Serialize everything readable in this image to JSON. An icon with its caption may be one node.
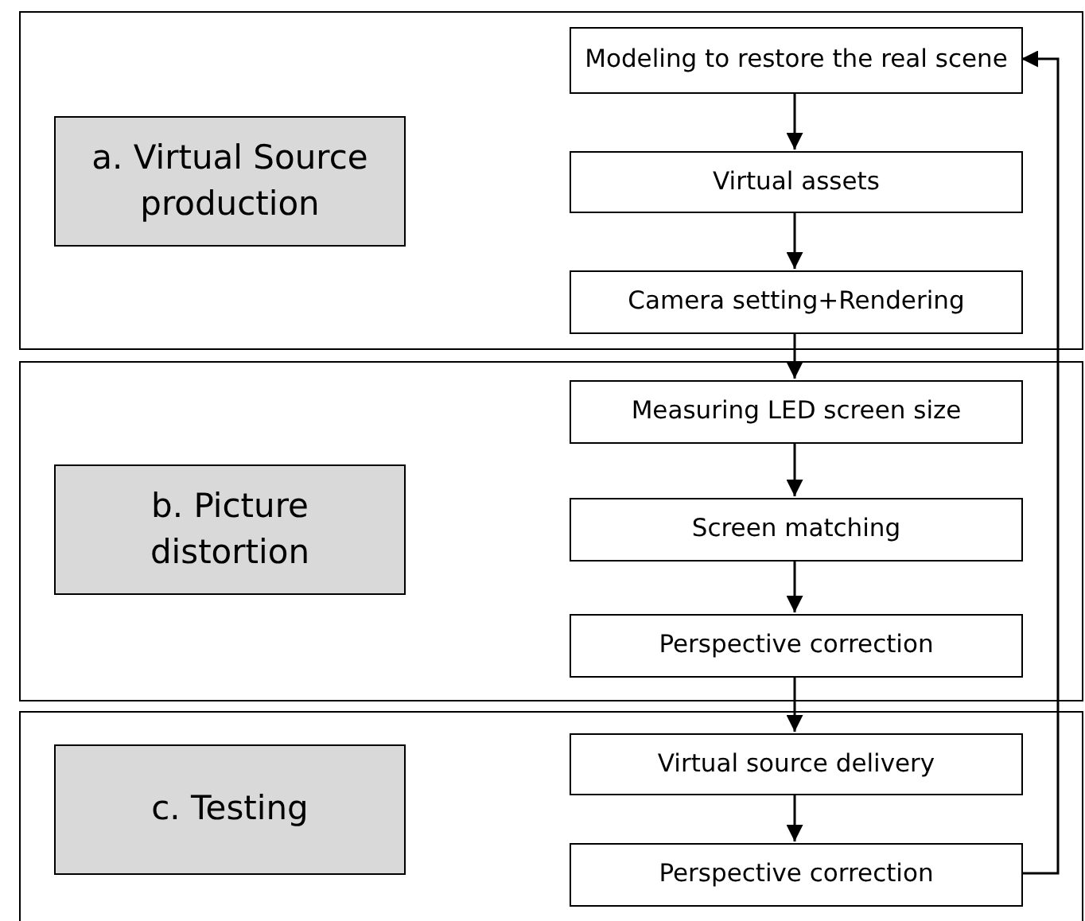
{
  "diagram": {
    "nodes": [
      {
        "text": [],
        "shape": "box"
      },
      {
        "text": [
          "a. Virtual Source production"
        ],
        "in": 0
      },
      {
        "text": [
          "Modeling to restore the real scene"
        ],
        "in": 0
      },
      {
        "text": [
          "Virtual assets"
        ],
        "in": 0
      },
      {
        "text": [
          "Camera setting+Rendering"
        ],
        "in": 0
      },
      {
        "text": [],
        "shape": "box"
      },
      {
        "text": [
          "b. Picture distortion"
        ],
        "in": 5
      },
      {
        "text": [
          "Measuring LED screen size"
        ],
        "in": 5
      },
      {
        "text": [
          "Screen matching"
        ],
        "in": 5
      },
      {
        "text": [
          "Perspective correction"
        ],
        "in": 5
      },
      {
        "text": [],
        "shape": "box"
      },
      {
        "text": [
          "c. Testing"
        ],
        "in": 10
      },
      {
        "text": [
          "Virtual source delivery"
        ],
        "in": 10
      },
      {
        "text": [
          "Perspective correction"
        ],
        "in": 10
      }
    ],
    "edges": [
      {
        "from": 2,
        "to": 3,
        "arrow": "to"
      },
      {
        "from": 3,
        "to": 4,
        "arrow": "to"
      },
      {
        "from": 4,
        "to": 7,
        "arrow": "to"
      },
      {
        "from": 7,
        "to": 8,
        "arrow": "to"
      },
      {
        "from": 8,
        "to": 9,
        "arrow": "to"
      },
      {
        "from": 9,
        "to": 12,
        "arrow": "to"
      },
      {
        "from": 12,
        "to": 13,
        "arrow": "to"
      },
      {
        "from": 13,
        "to": 2,
        "arrow": "to"
      }
    ]
  }
}
